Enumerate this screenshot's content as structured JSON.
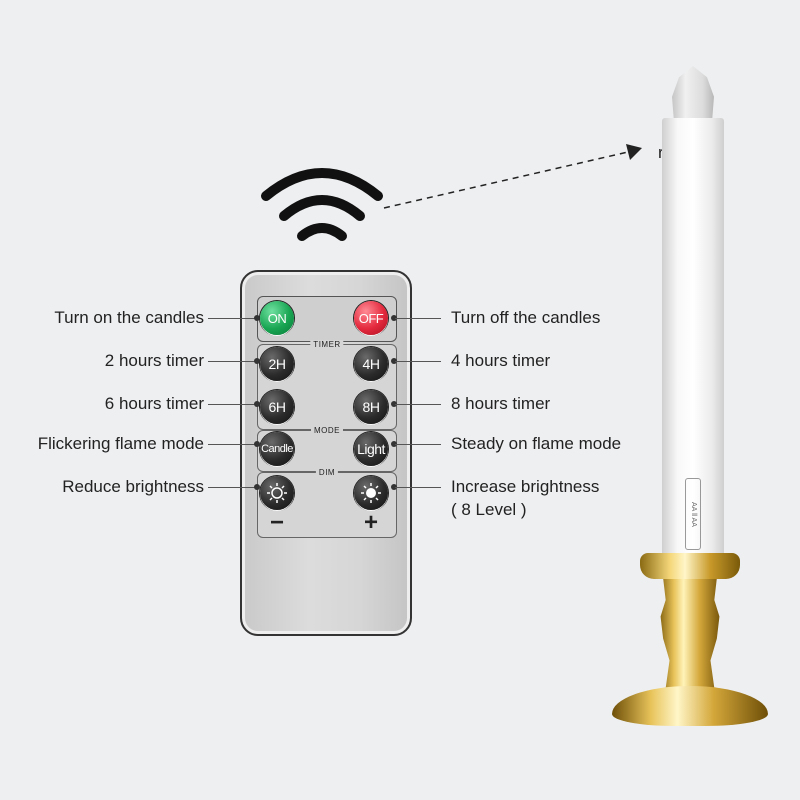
{
  "remote": {
    "on_label": "ON",
    "off_label": "OFF",
    "timer_title": "TIMER",
    "mode_title": "MODE",
    "dim_title": "DIM",
    "btn_2h": "2H",
    "btn_4h": "4H",
    "btn_6h": "6H",
    "btn_8h": "8H",
    "btn_candle": "Candle",
    "btn_light": "Light",
    "minus": "−",
    "plus": "+"
  },
  "labels": {
    "receiver": "receiver",
    "turn_on": "Turn on the candles",
    "turn_off": "Turn off the candles",
    "timer_2h": "2 hours timer",
    "timer_4h": "4 hours timer",
    "timer_6h": "6 hours timer",
    "timer_8h": "8 hours timer",
    "flicker": "Flickering flame mode",
    "steady": "Steady on flame mode",
    "reduce": "Reduce brightness",
    "increase": "Increase brightness",
    "levels": "( 8 Level )"
  },
  "candle": {
    "switch_text": "AA ⦀ AA"
  },
  "colors": {
    "on_button": "#18a552",
    "off_button": "#e3283c",
    "gold": "#e8c35a"
  },
  "icons": [
    "wifi-signal-icon",
    "sun-dim-icon",
    "sun-bright-icon",
    "arrow-icon"
  ]
}
